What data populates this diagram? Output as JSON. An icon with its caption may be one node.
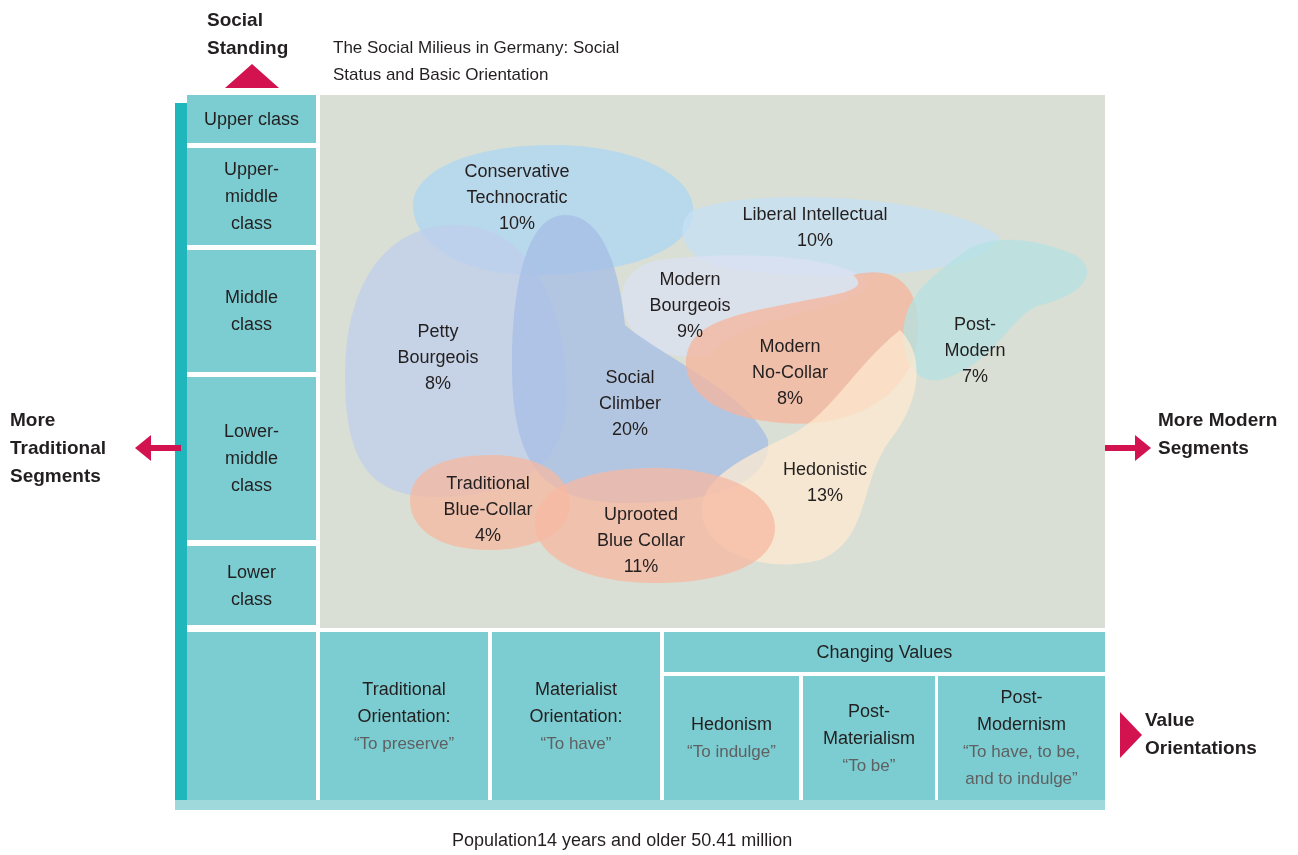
{
  "diagram": {
    "title": "The Social Milieus in Germany: Social Status and Basic Orientation",
    "caption": "Population14 years and older 50.41 million",
    "nodes": [
      {
        "text": [
          "Upper class"
        ]
      },
      {
        "text": [
          "Upper-middle class"
        ]
      },
      {
        "text": [
          "Middle class"
        ]
      },
      {
        "text": [
          "Lower-middle class"
        ]
      },
      {
        "text": [
          "Lower class"
        ]
      },
      {
        "text": [
          "Conservative Technocratic",
          "10%"
        ]
      },
      {
        "text": [
          "Liberal Intellectual",
          "10%"
        ]
      },
      {
        "text": [
          "Modern Bourgeois",
          "9%"
        ]
      },
      {
        "text": [
          "Petty Bourgeois",
          "8%"
        ]
      },
      {
        "text": [
          "Social Climber",
          "20%"
        ]
      },
      {
        "text": [
          "Modern No-Collar",
          "8%"
        ]
      },
      {
        "text": [
          "Post-Modern",
          "7%"
        ]
      },
      {
        "text": [
          "Hedonistic",
          "13%"
        ]
      },
      {
        "text": [
          "Traditional Blue-Collar",
          "4%"
        ]
      },
      {
        "text": [
          "Uprooted Blue Collar",
          "11%"
        ]
      },
      {
        "text": [],
        "shape": "box"
      },
      {
        "text": [
          "Traditional Orientation:",
          "“To preserve”"
        ]
      },
      {
        "text": [
          "Materialist Orientation:",
          "“To have”"
        ]
      },
      {
        "text": [
          "Changing Values"
        ]
      },
      {
        "text": [
          "Hedonism",
          "“To indulge”"
        ]
      },
      {
        "text": [
          "Post-Materialism",
          "“To be”"
        ]
      },
      {
        "text": [
          "Post-Modernism",
          "“To have, to be, and to indulge”"
        ]
      }
    ],
    "edges": [],
    "labels": [
      "Social Standing",
      "More Traditional Segments",
      "More Modern Segments",
      "Value Orientations"
    ]
  }
}
